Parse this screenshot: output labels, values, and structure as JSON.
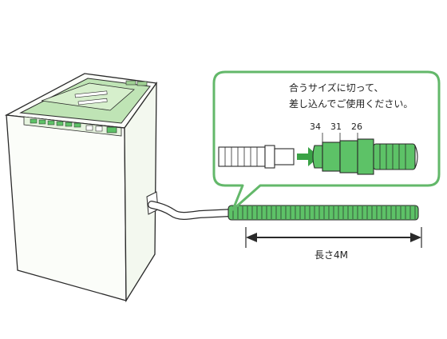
{
  "callout": {
    "line1": "合うサイズに切って、",
    "line2": "差し込んでご使用ください。"
  },
  "size_marks": [
    "34",
    "31",
    "26"
  ],
  "length_label": "長さ4M",
  "colors": {
    "outline": "#2a2a2a",
    "hose_green": "#5dc267",
    "hose_green_dark": "#3a9a45",
    "panel_green": "#bfe4b5",
    "bubble_border": "#63b86a",
    "arrow_green": "#3aa246",
    "machine_fill": "#fbfdf9"
  }
}
